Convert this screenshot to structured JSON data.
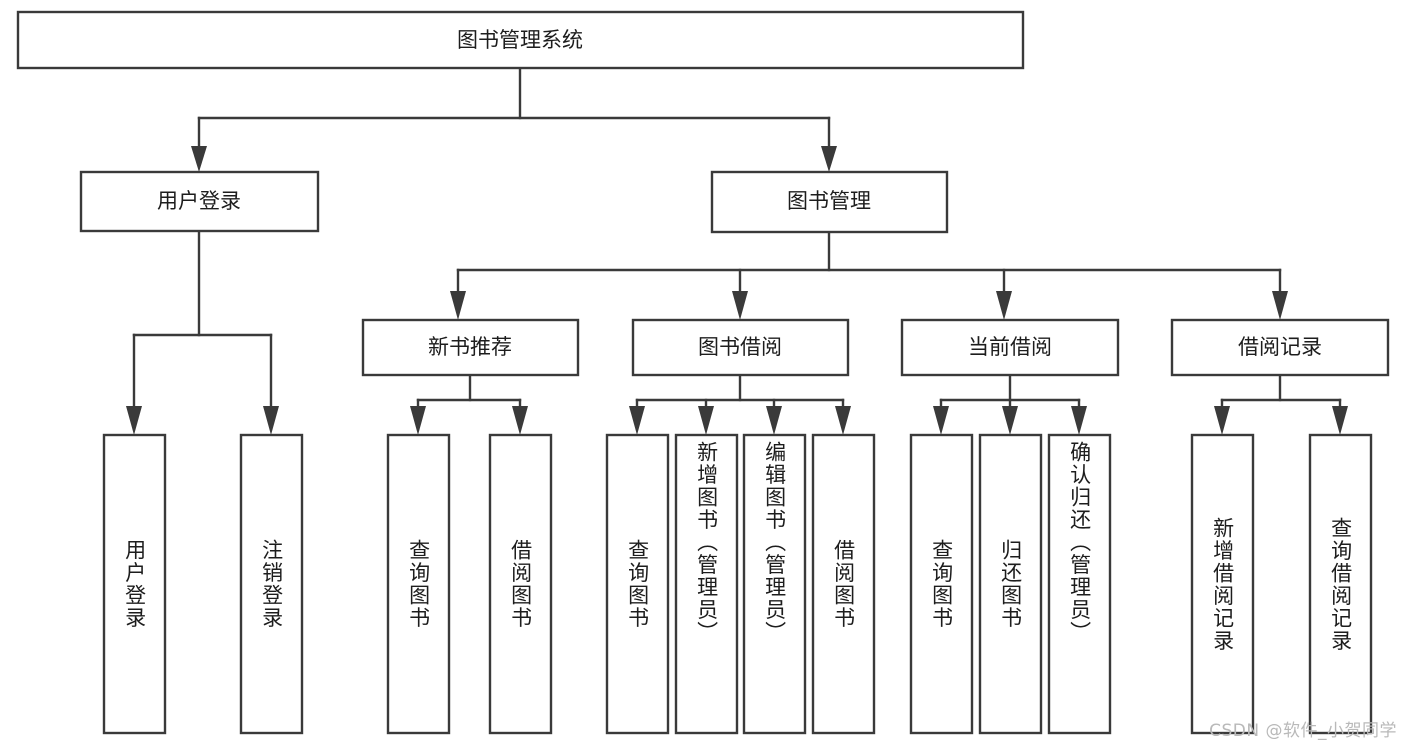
{
  "diagram": {
    "type": "tree-hierarchy",
    "orientation": "top-down",
    "title": "图书管理系统",
    "colors": {
      "box_stroke": "#3a3a3a",
      "box_fill": "#ffffff",
      "connector": "#3a3a3a",
      "text": "#1d1d1d",
      "background": "#ffffff",
      "watermark": "#b9b9b9"
    },
    "root": {
      "label": "图书管理系统",
      "orientation": "horizontal"
    },
    "level2": [
      {
        "label": "用户登录",
        "orientation": "horizontal"
      },
      {
        "label": "图书管理",
        "orientation": "horizontal"
      }
    ],
    "level3": [
      {
        "label": "新书推荐",
        "orientation": "horizontal"
      },
      {
        "label": "图书借阅",
        "orientation": "horizontal"
      },
      {
        "label": "当前借阅",
        "orientation": "horizontal"
      },
      {
        "label": "借阅记录",
        "orientation": "horizontal"
      }
    ],
    "leaves": {
      "user_login": [
        {
          "label": "用户登录",
          "orientation": "vertical"
        },
        {
          "label": "注销登录",
          "orientation": "vertical"
        }
      ],
      "new_book_recommend": [
        {
          "label": "查询图书",
          "orientation": "vertical"
        },
        {
          "label": "借阅图书",
          "orientation": "vertical"
        }
      ],
      "book_borrow": [
        {
          "label": "查询图书",
          "orientation": "vertical"
        },
        {
          "label": "新增图书（管理员）",
          "orientation": "vertical"
        },
        {
          "label": "编辑图书（管理员）",
          "orientation": "vertical"
        },
        {
          "label": "借阅图书",
          "orientation": "vertical"
        }
      ],
      "current_borrow": [
        {
          "label": "查询图书",
          "orientation": "vertical"
        },
        {
          "label": "归还图书",
          "orientation": "vertical"
        },
        {
          "label": "确认归还（管理员）",
          "orientation": "vertical"
        }
      ],
      "borrow_record": [
        {
          "label": "新增借阅记录",
          "orientation": "vertical"
        },
        {
          "label": "查询借阅记录",
          "orientation": "vertical"
        }
      ]
    }
  },
  "watermark": {
    "text": "CSDN @软件_小贺同学"
  }
}
